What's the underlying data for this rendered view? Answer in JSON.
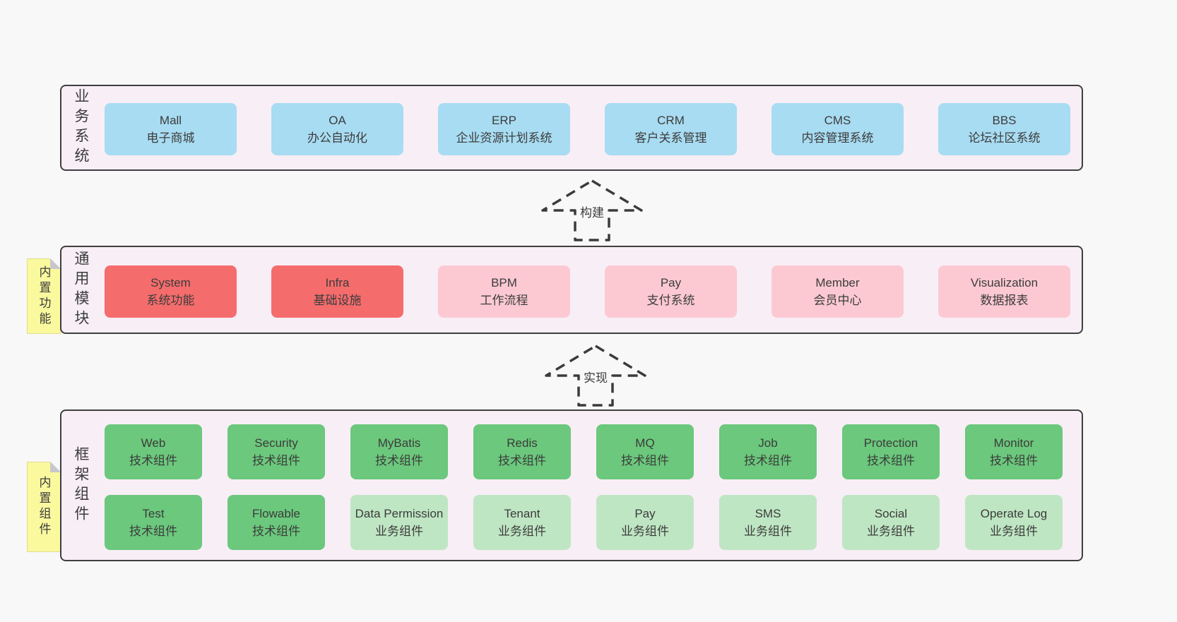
{
  "tiers": {
    "business": {
      "label": "业务系统",
      "boxes": [
        {
          "name": "Mall",
          "desc": "电子商城"
        },
        {
          "name": "OA",
          "desc": "办公自动化"
        },
        {
          "name": "ERP",
          "desc": "企业资源计划系统"
        },
        {
          "name": "CRM",
          "desc": "客户关系管理"
        },
        {
          "name": "CMS",
          "desc": "内容管理系统"
        },
        {
          "name": "BBS",
          "desc": "论坛社区系统"
        }
      ]
    },
    "modules": {
      "label": "通用模块",
      "note": "内置功能",
      "boxes": [
        {
          "name": "System",
          "desc": "系统功能"
        },
        {
          "name": "Infra",
          "desc": "基础设施"
        },
        {
          "name": "BPM",
          "desc": "工作流程"
        },
        {
          "name": "Pay",
          "desc": "支付系统"
        },
        {
          "name": "Member",
          "desc": "会员中心"
        },
        {
          "name": "Visualization",
          "desc": "数据报表"
        }
      ]
    },
    "components": {
      "label": "框架组件",
      "note": "内置组件",
      "rows": [
        [
          {
            "name": "Web",
            "desc": "技术组件"
          },
          {
            "name": "Security",
            "desc": "技术组件"
          },
          {
            "name": "MyBatis",
            "desc": "技术组件"
          },
          {
            "name": "Redis",
            "desc": "技术组件"
          },
          {
            "name": "MQ",
            "desc": "技术组件"
          },
          {
            "name": "Job",
            "desc": "技术组件"
          },
          {
            "name": "Protection",
            "desc": "技术组件"
          },
          {
            "name": "Monitor",
            "desc": "技术组件"
          }
        ],
        [
          {
            "name": "Test",
            "desc": "技术组件"
          },
          {
            "name": "Flowable",
            "desc": "技术组件"
          },
          {
            "name": "Data Permission",
            "desc": "业务组件"
          },
          {
            "name": "Tenant",
            "desc": "业务组件"
          },
          {
            "name": "Pay",
            "desc": "业务组件"
          },
          {
            "name": "SMS",
            "desc": "业务组件"
          },
          {
            "name": "Social",
            "desc": "业务组件"
          },
          {
            "name": "Operate Log",
            "desc": "业务组件"
          }
        ]
      ]
    }
  },
  "arrows": {
    "build": {
      "label": "构建"
    },
    "implement": {
      "label": "实现"
    }
  },
  "colors": {
    "page_background": "#f8f8f8",
    "tier_background": "#f8eef6",
    "tier_border": "#3f3f3f",
    "blue_box": "#a8dcf2",
    "red_box": "#f56c6c",
    "pink_box": "#fcc9d3",
    "green_box": "#6bc87c",
    "light_green_box": "#bfe6c3",
    "note_yellow": "#fbf99e",
    "note_fold_gray": "#c7c7cb",
    "text": "#3c3c3c"
  }
}
